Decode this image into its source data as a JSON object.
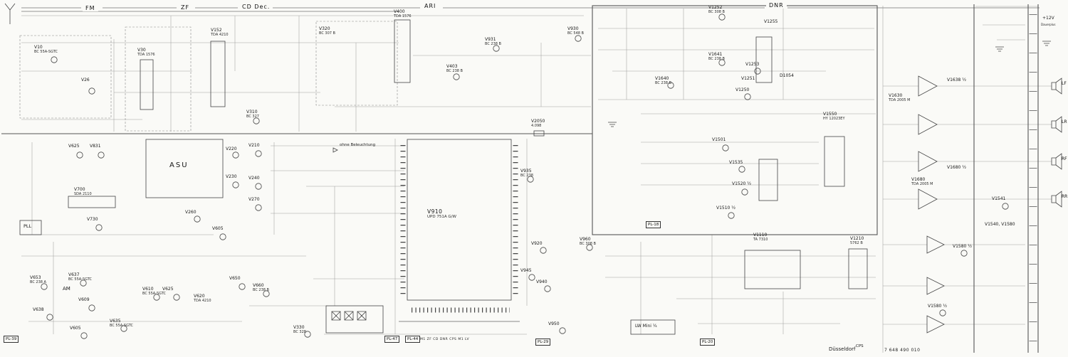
{
  "sections": {
    "fm": "FM",
    "zf": "ZF",
    "cd_dec": "CD Dec.",
    "ari": "ARI",
    "dnr": "DNR"
  },
  "blocks": {
    "asu": "ASU",
    "pll": "PLL",
    "am": "AM",
    "lw_mini": "LW Mini ¼",
    "cps": "CPS"
  },
  "connectors": {
    "pl39": "PL-39",
    "pl47": "PL-47",
    "pl44": "PL-44",
    "pl29": "PL-29",
    "pl20": "PL-20",
    "pl18": "PL-18"
  },
  "outputs": {
    "lf": "LF",
    "lr": "LR",
    "rf": "RF",
    "rr": "RR"
  },
  "power": {
    "plus12": "+12V",
    "dauer": "Dauerplus"
  },
  "footer": {
    "city": "Düsseldorf",
    "part_number": "7 648 490 010"
  },
  "notes": {
    "lighting": "ohne Beleuchtung",
    "switch_legend": "M1 ZF CD DNR CPS M1 LV"
  },
  "labels": {
    "v10": {
      "ref": "V10",
      "part": "BC 55A-SGTC"
    },
    "v26": {
      "ref": "V26"
    },
    "v30": {
      "ref": "V30",
      "part": "TDA 1576"
    },
    "v152": {
      "ref": "V152",
      "part": "TDA 4210"
    },
    "v310": {
      "ref": "V310",
      "part": "BC 327"
    },
    "v320": {
      "ref": "V320",
      "part": "BC 307 B"
    },
    "v400": {
      "ref": "V400",
      "part": "TDA 1576"
    },
    "v403": {
      "ref": "V403",
      "part": "BC 238 B"
    },
    "v931": {
      "ref": "V931",
      "part": "BC 238 B"
    },
    "v930": {
      "ref": "V930",
      "part": "BC 548 B"
    },
    "v2050": {
      "ref": "V2050",
      "part": "4.098"
    },
    "v625a": {
      "ref": "V625"
    },
    "v831": {
      "ref": "V831"
    },
    "v220": {
      "ref": "V220"
    },
    "v210": {
      "ref": "V210"
    },
    "v230": {
      "ref": "V230"
    },
    "v240": {
      "ref": "V240"
    },
    "v270": {
      "ref": "V270"
    },
    "v260": {
      "ref": "V260"
    },
    "v700": {
      "ref": "V700",
      "part": "SDA 2110"
    },
    "v730": {
      "ref": "V730"
    },
    "v605m": {
      "ref": "V605"
    },
    "v910": {
      "ref": "V910",
      "part": "UPD 751A G/W"
    },
    "v935": {
      "ref": "V935",
      "part": "BC 238"
    },
    "v920": {
      "ref": "V920"
    },
    "v945": {
      "ref": "V945"
    },
    "v940": {
      "ref": "V940"
    },
    "v960": {
      "ref": "V960",
      "part": "BC 308 B"
    },
    "v950": {
      "ref": "V950"
    },
    "v653": {
      "ref": "V653",
      "part": "BC 238 A"
    },
    "v637": {
      "ref": "V637",
      "part": "BC 55A-SGTC"
    },
    "v638": {
      "ref": "V638"
    },
    "v609": {
      "ref": "V609"
    },
    "v605b": {
      "ref": "V605"
    },
    "v610": {
      "ref": "V610",
      "part": "BC 55A-SGTC"
    },
    "v625b": {
      "ref": "V625"
    },
    "v620": {
      "ref": "V620",
      "part": "TDA 4210"
    },
    "v635": {
      "ref": "V635",
      "part": "BC 55A-SGTC"
    },
    "v650": {
      "ref": "V650"
    },
    "v660": {
      "ref": "V660",
      "part": "BC 238 B"
    },
    "v330": {
      "ref": "V330",
      "part": "BC 328"
    },
    "v1252": {
      "ref": "V1252",
      "part": "BC 308 B"
    },
    "v1255": {
      "ref": "V1255"
    },
    "v1641": {
      "ref": "V1641",
      "part": "BC 238 B"
    },
    "v1640": {
      "ref": "V1640",
      "part": "BC 238 B"
    },
    "v1253": {
      "ref": "V1253"
    },
    "v1251": {
      "ref": "V1251"
    },
    "v1250": {
      "ref": "V1250"
    },
    "d1054": {
      "ref": "D1054"
    },
    "v1550": {
      "ref": "V1550",
      "part": "HY 12023EY"
    },
    "v1501": {
      "ref": "V1501"
    },
    "v1535": {
      "ref": "V1535"
    },
    "v1520": {
      "ref": "V1520 ½"
    },
    "v1510": {
      "ref": "V1510 ½"
    },
    "v1110": {
      "ref": "V1110",
      "part": "TA 7310"
    },
    "v1210": {
      "ref": "V1210",
      "part": "5762 B"
    },
    "v1630": {
      "ref": "V1630",
      "part": "TDA 2005 M"
    },
    "v1638": {
      "ref": "V1638 ½"
    },
    "v1680h": {
      "ref": "V1680 ½"
    },
    "v1680": {
      "ref": "V1680",
      "part": "TDA 2005 M"
    },
    "v1541": {
      "ref": "V1541"
    },
    "v1540": {
      "ref": "V1540, V1580"
    },
    "v1580a": {
      "ref": "V1580 ½"
    },
    "v1580b": {
      "ref": "V1580 ½"
    }
  }
}
